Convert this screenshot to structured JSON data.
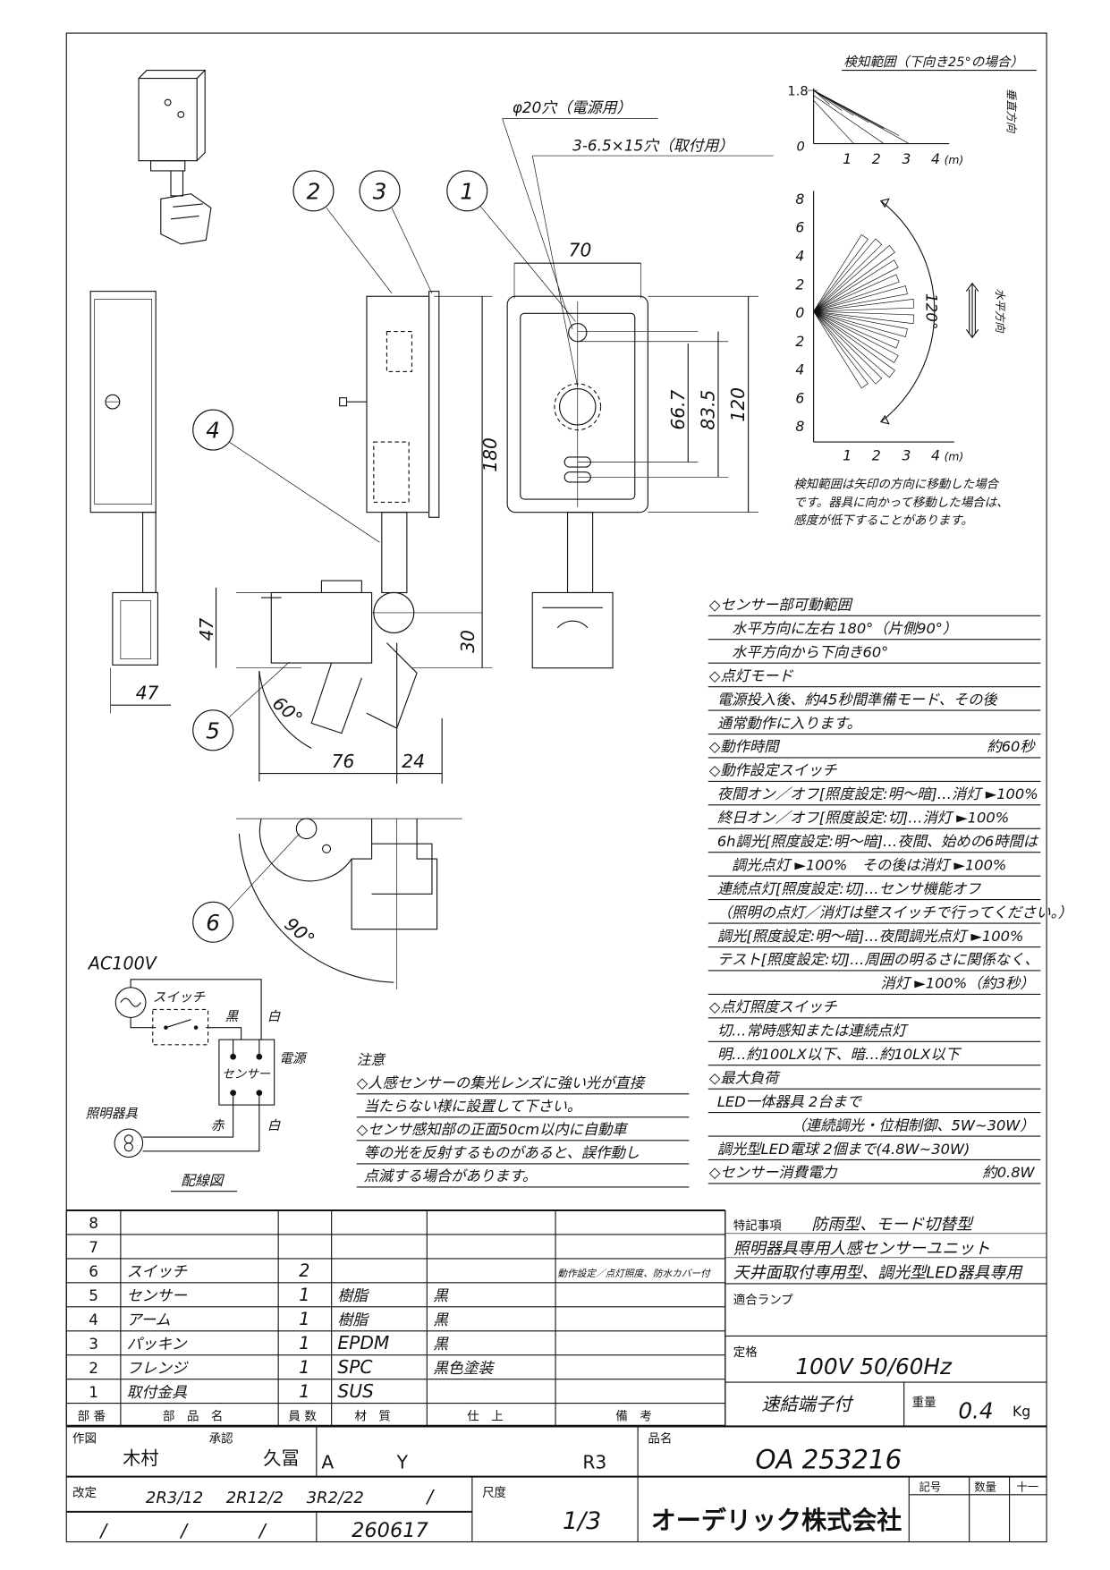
{
  "detection": {
    "vertical": {
      "title": "検知範囲（下向き25°の場合）",
      "y_top_label": "1.8",
      "y_zero_label": "0",
      "x_ticks": [
        "1",
        "2",
        "3",
        "4"
      ],
      "unit": "(m)",
      "side_label": "垂直方向"
    },
    "horizontal": {
      "y_ticks": [
        "8",
        "6",
        "4",
        "2",
        "0",
        "2",
        "4",
        "6",
        "8"
      ],
      "x_ticks": [
        "1",
        "2",
        "3",
        "4"
      ],
      "unit": "(m)",
      "angle_label": "120°",
      "side_label": "水平方向"
    },
    "note": [
      "検知範囲は矢印の方向に移動した場合",
      "です。器具に向かって移動した場合は、",
      "感度が低下することがあります。"
    ]
  },
  "callouts": [
    "1",
    "2",
    "3",
    "4",
    "5",
    "6"
  ],
  "holes": {
    "power": "φ20穴（電源用）",
    "mount": "3-6.5×15穴（取付用）"
  },
  "dimensions": {
    "width_70": "70",
    "h_66_7": "66.7",
    "h_83_5": "83.5",
    "h_120": "120",
    "h_180": "180",
    "d_30": "30",
    "d_47_side": "47",
    "d_47_bottom": "47",
    "d_76": "76",
    "d_24": "24",
    "angle_60": "60°",
    "angle_90": "90°"
  },
  "wiring": {
    "source": "AC100V",
    "switch": "スイッチ",
    "black": "黒",
    "white_top": "白",
    "power": "電源",
    "sensor": "センサー",
    "fixture": "照明器具",
    "red": "赤",
    "white_bottom": "白",
    "title": "配線図"
  },
  "caution": {
    "title": "注意",
    "lines": [
      "◇人感センサーの集光レンズに強い光が直接",
      "当たらない様に設置して下さい。",
      "◇センサ感知部の正面50cm以内に自動車",
      "等の光を反射するものがあると、誤作動し",
      "点滅する場合があります。"
    ]
  },
  "specs": [
    {
      "text": "◇センサー部可動範囲",
      "value": ""
    },
    {
      "text": "　水平方向に左右 180°（片側90°）",
      "value": ""
    },
    {
      "text": "　水平方向から下向き60°",
      "value": ""
    },
    {
      "text": "◇点灯モード",
      "value": ""
    },
    {
      "text": "電源投入後、約45秒間準備モード、その後",
      "value": ""
    },
    {
      "text": "通常動作に入ります。",
      "value": ""
    },
    {
      "text": "◇動作時間",
      "value": "約60秒"
    },
    {
      "text": "◇動作設定スイッチ",
      "value": ""
    },
    {
      "text": "夜間オン／オフ[照度設定:明～暗]…消灯 ►100%",
      "value": ""
    },
    {
      "text": "終日オン／オフ[照度設定:切]…消灯 ►100%",
      "value": ""
    },
    {
      "text": "6h調光[照度設定:明～暗]…夜間、始めの6時間は",
      "value": ""
    },
    {
      "text": "　調光点灯 ►100%　その後は消灯 ►100%",
      "value": ""
    },
    {
      "text": "連続点灯[照度設定:切]…センサ機能オフ",
      "value": ""
    },
    {
      "text": "（照明の点灯／消灯は壁スイッチで行ってください。）",
      "value": ""
    },
    {
      "text": "調光[照度設定:明～暗]…夜間調光点灯 ►100%",
      "value": ""
    },
    {
      "text": "テスト[照度設定:切]…周囲の明るさに関係なく、",
      "value": ""
    },
    {
      "text": "",
      "value": "消灯 ►100%（約3秒）"
    },
    {
      "text": "◇点灯照度スイッチ",
      "value": ""
    },
    {
      "text": "切…常時感知または連続点灯",
      "value": ""
    },
    {
      "text": "明…約100LX以下、暗…約10LX以下",
      "value": ""
    },
    {
      "text": "◇最大負荷",
      "value": ""
    },
    {
      "text": "LED一体器具 2台まで",
      "value": ""
    },
    {
      "text": "",
      "value": "（連続調光・位相制御、5W~30W）"
    },
    {
      "text": "調光型LED電球 2個まで(4.8W~30W)",
      "value": ""
    },
    {
      "text": "◇センサー消費電力",
      "value": "約0.8W"
    }
  ],
  "parts_table": {
    "header": [
      "部番",
      "部品名",
      "員数",
      "材質",
      "仕上",
      "備考"
    ],
    "rows": [
      [
        "8",
        "",
        "",
        "",
        "",
        ""
      ],
      [
        "7",
        "",
        "",
        "",
        "",
        ""
      ],
      [
        "6",
        "スイッチ",
        "2",
        "",
        "",
        "動作設定／点灯照度、防水カバー付"
      ],
      [
        "5",
        "センサー",
        "1",
        "樹脂",
        "黒",
        ""
      ],
      [
        "4",
        "アーム",
        "1",
        "樹脂",
        "黒",
        ""
      ],
      [
        "3",
        "パッキン",
        "1",
        "EPDM",
        "黒",
        ""
      ],
      [
        "2",
        "フレンジ",
        "1",
        "SPC",
        "黒色塗装",
        ""
      ],
      [
        "1",
        "取付金具",
        "1",
        "SUS",
        "",
        ""
      ]
    ]
  },
  "spec_block": {
    "notes_label": "特記事項",
    "notes": [
      "防雨型、モード切替型",
      "照明器具専用人感センサーユニット",
      "天井面取付専用型、調光型LED器具専用"
    ],
    "lamp_label": "適合ランプ",
    "rating_label": "定格",
    "rating": "100V 50/60Hz",
    "terminal": "速結端子付",
    "weight_label": "重量",
    "weight": "0.4",
    "weight_unit": "Kg"
  },
  "title_block": {
    "drawn_label": "作図",
    "drawn_by": "木村",
    "approved_label": "承認",
    "approved_by": "久冨",
    "code_a": "A",
    "code_y": "Y",
    "code_r": "R3",
    "product_label": "品名",
    "product": "OA 253216",
    "revision_label": "改定",
    "revisions": [
      "2R3/12",
      "2R12/2",
      "3R2/22",
      "/"
    ],
    "revisions2": [
      "/",
      "/",
      "/"
    ],
    "doc_no": "260617",
    "scale_label": "尺度",
    "scale": "1/3",
    "company": "オーデリック株式会社",
    "symbol_label": "記号",
    "qty_label": "数量",
    "mark": "十一"
  }
}
